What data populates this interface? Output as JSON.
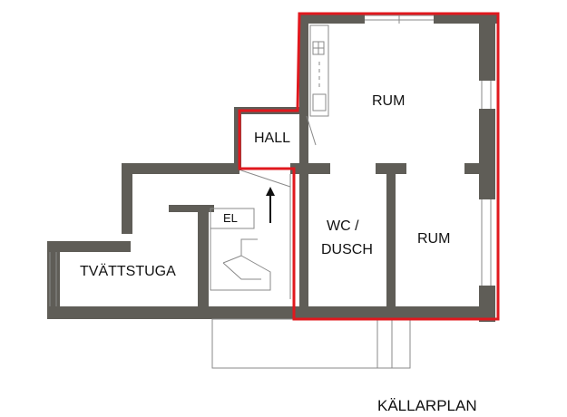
{
  "labels": {
    "rum_top": "RUM",
    "hall": "HALL",
    "el": "EL",
    "wc_line1": "WC /",
    "wc_line2": "DUSCH",
    "rum_right": "RUM",
    "tvattstuga": "TVÄTTSTUGA",
    "plan_title": "KÄLLARPLAN"
  },
  "colors": {
    "wall": "#5f5d57",
    "outline": "#e0181e",
    "thin_line": "#8a8a8a",
    "background": "#ffffff"
  },
  "icons": {
    "stair_arrow": "up-arrow-icon"
  }
}
